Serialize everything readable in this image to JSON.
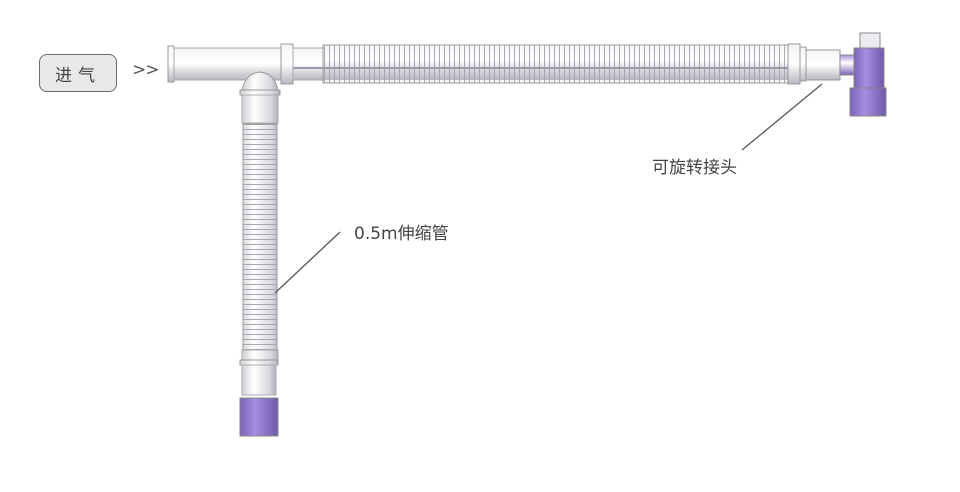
{
  "inlet": {
    "label": "进气",
    "arrow": ">>"
  },
  "labels": {
    "swivel_connector": "可旋转接头",
    "extension_tube": "0.5m伸缩管"
  },
  "colors": {
    "tube": "#e6e6ea",
    "purple": "#8a70c8",
    "line": "#555555"
  }
}
